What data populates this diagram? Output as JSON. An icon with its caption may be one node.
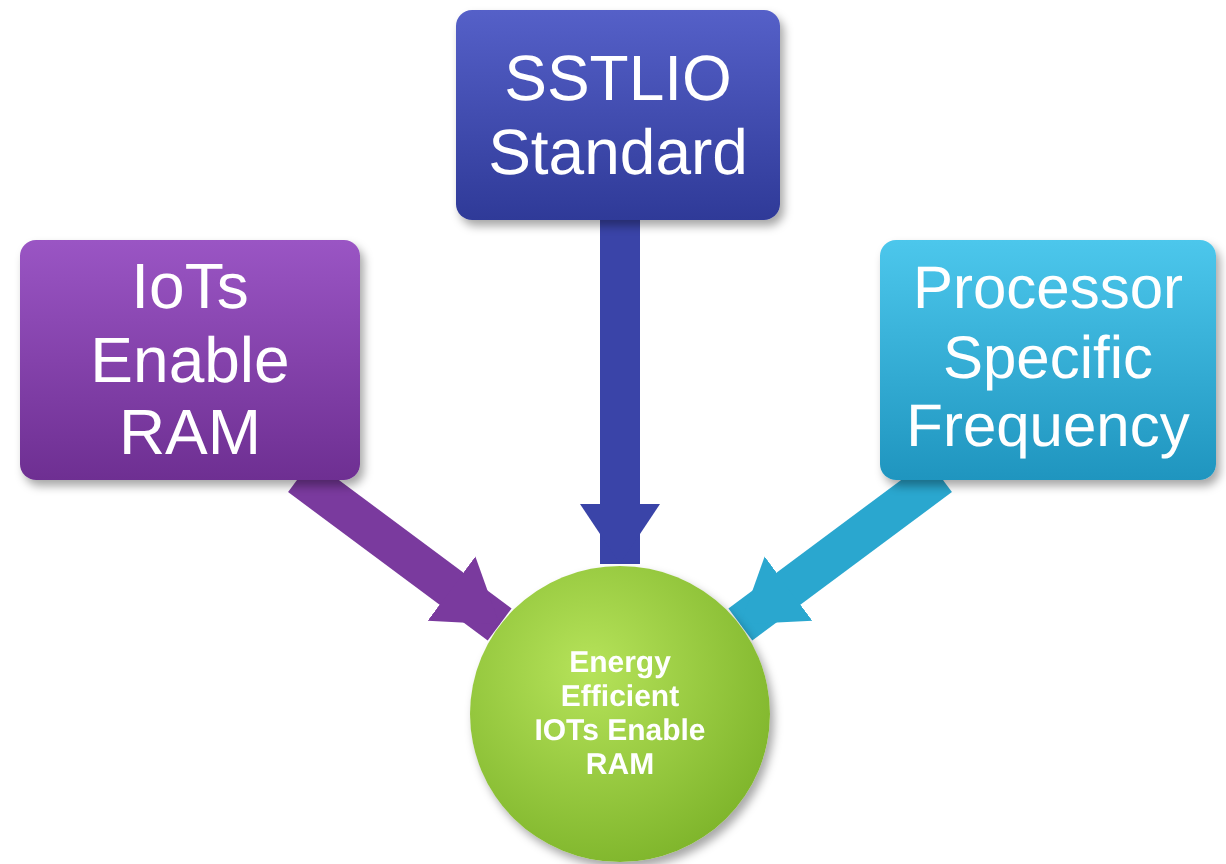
{
  "diagram": {
    "nodes": [
      {
        "text": [
          "IoTs Enable RAM"
        ]
      },
      {
        "text": [
          "SSTLIO Standard"
        ]
      },
      {
        "text": [
          "Processor Specific Frequency"
        ]
      },
      {
        "text": [
          "Energy Efficient IOTs Enable RAM"
        ]
      }
    ],
    "edges": [
      {
        "from": 0,
        "to": 3,
        "arrow": "to",
        "color": "#7a3a9e"
      },
      {
        "from": 1,
        "to": 3,
        "arrow": "to",
        "color": "#3a44a8"
      },
      {
        "from": 2,
        "to": 3,
        "arrow": "to",
        "color": "#2aa7cf"
      }
    ]
  }
}
